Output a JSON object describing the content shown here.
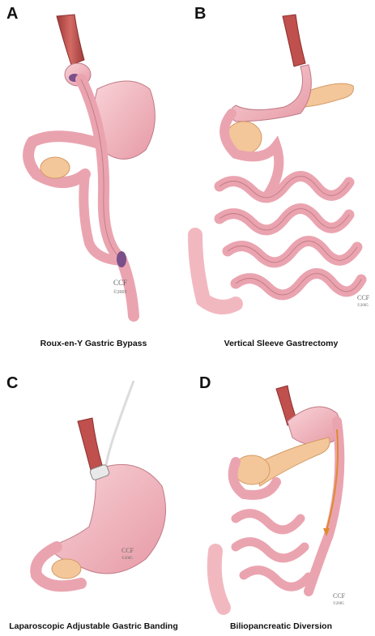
{
  "panels": [
    {
      "letter": "A",
      "caption": "Roux-en-Y Gastric Bypass",
      "credit": "CCF",
      "credit_year": "©2005"
    },
    {
      "letter": "B",
      "caption": "Vertical Sleeve Gastrectomy",
      "credit": "CCF",
      "credit_year": "©2005"
    },
    {
      "letter": "C",
      "caption": "Laparoscopic Adjustable Gastric Banding",
      "credit": "CCF",
      "credit_year": "©2005"
    },
    {
      "letter": "D",
      "caption": "Biliopancreatic Diversion",
      "credit": "CCF",
      "credit_year": "©2005"
    }
  ],
  "colors": {
    "tissue": "#f2b8c0",
    "tissue_dark": "#d98a98",
    "esophagus": "#c0504d",
    "pancreas": "#f4c79a",
    "bile_arrow": "#e08a2c",
    "band": "#e9e9e9"
  }
}
